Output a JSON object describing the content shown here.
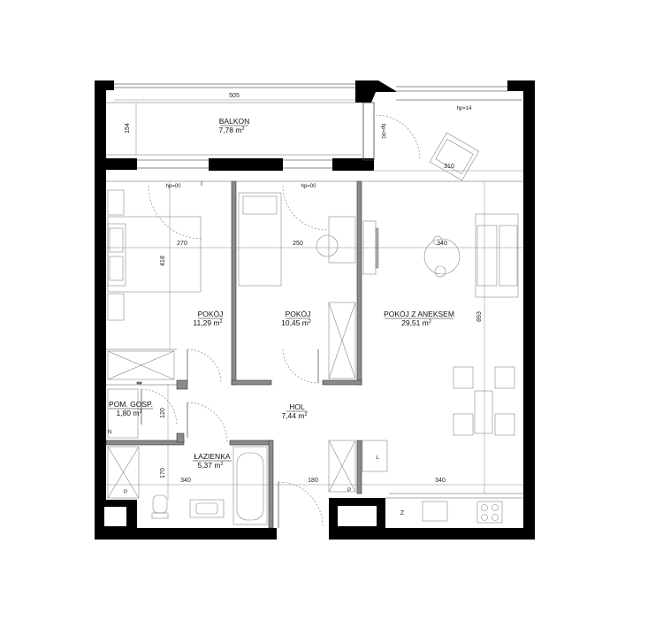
{
  "rooms": {
    "balkon": {
      "name": "BALKON",
      "area": "7,78 m",
      "unit_sup": "2"
    },
    "pokoj1": {
      "name": "POKÓJ",
      "area": "11,29 m",
      "unit_sup": "2"
    },
    "pokoj2": {
      "name": "POKÓJ",
      "area": "10,45 m",
      "unit_sup": "2"
    },
    "pokoj_aneks": {
      "name": "POKÓJ Z ANEKSEM",
      "area": "29,51 m",
      "unit_sup": "2"
    },
    "pom_gosp": {
      "name": "POM. GOSP.",
      "area": "1,80 m",
      "unit_sup": "2"
    },
    "hol": {
      "name": "HOL",
      "area": "7,44 m",
      "unit_sup": "2"
    },
    "lazienka": {
      "name": "ŁAZIENKA",
      "area": "5,37 m",
      "unit_sup": "2"
    }
  },
  "dimensions": {
    "balkon_width": "505",
    "balkon_depth": "154",
    "hp_balkon": "hp=00",
    "hp_window": "hp=14",
    "hp_pokoj1": "hp=00",
    "hp_pokoj2": "hp=00",
    "dim_310": "310",
    "dim_270": "270",
    "dim_250": "250",
    "dim_340_top": "340",
    "dim_418": "418",
    "dim_893": "893",
    "dim_120": "120",
    "dim_170": "170",
    "dim_340_left": "340",
    "dim_180": "180",
    "dim_340_right": "340"
  },
  "symbols": {
    "fridge": "L",
    "stove": "Z",
    "washer": "P",
    "vent": "N"
  },
  "colors": {
    "wall": "#000000",
    "partition": "#808080",
    "line": "#555555"
  }
}
